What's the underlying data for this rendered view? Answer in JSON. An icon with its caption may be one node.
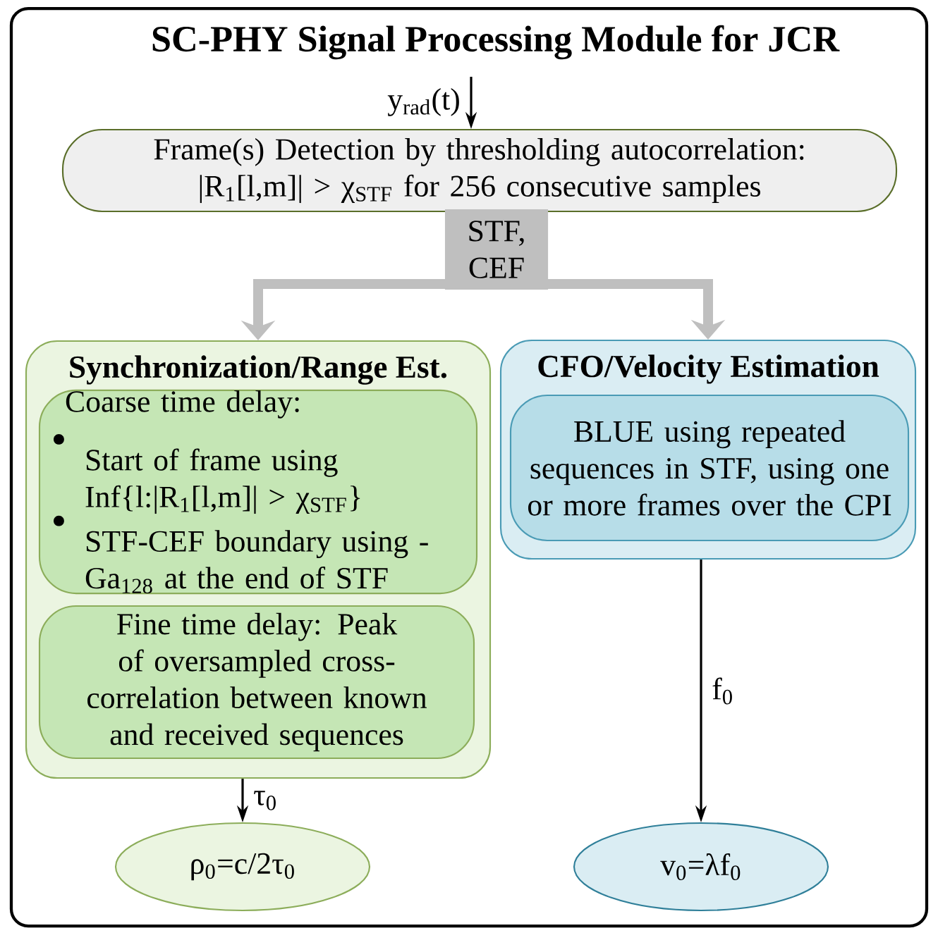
{
  "diagram": {
    "title": "SC-PHY Signal Processing Module for JCR",
    "nodes": [
      {
        "text": [
          "Frame(s) Detection by thresholding autocorrelation: |R$_{1}$[l,m]| > χ$_{STF}$ for 256 consecutive samples"
        ]
      },
      {
        "text": [
          "STF, CEF"
        ]
      },
      {
        "text": [
          "Synchronization/Range Est."
        ]
      },
      {
        "text": [
          "Coarse time delay:",
          "Start of frame using Inf{l:|R$_{1}$[l,m]| > χ$_{STF}$}",
          "STF-CEF boundary using - Ga$_{128}$ at the end of STF"
        ],
        "in": 2
      },
      {
        "text": [
          "Fine time delay: Peak of oversampled cross-correlation between known and received sequences"
        ],
        "in": 2
      },
      {
        "text": [
          "CFO/Velocity Estimation"
        ]
      },
      {
        "text": [
          "BLUE using repeated sequences in STF, using one or more frames over the CPI"
        ],
        "in": 5
      },
      {
        "text": [
          "ρ$_{0}$=c/2τ$_{0}$"
        ]
      },
      {
        "text": [
          "v$_{0}$=λf$_{0}$"
        ]
      }
    ],
    "edges": [
      {
        "from": null,
        "to": 0,
        "arrow": "to",
        "label": "y$_{rad}$(t)"
      },
      {
        "from": 1,
        "to": 2,
        "arrow": "to",
        "style": "thick",
        "color": "#bfbfbf"
      },
      {
        "from": 1,
        "to": 5,
        "arrow": "to",
        "style": "thick",
        "color": "#bfbfbf"
      },
      {
        "from": 2,
        "to": 7,
        "arrow": "to",
        "label": "τ$_{0}$"
      },
      {
        "from": 5,
        "to": 8,
        "arrow": "to",
        "label": "f$_{0}$"
      }
    ]
  }
}
